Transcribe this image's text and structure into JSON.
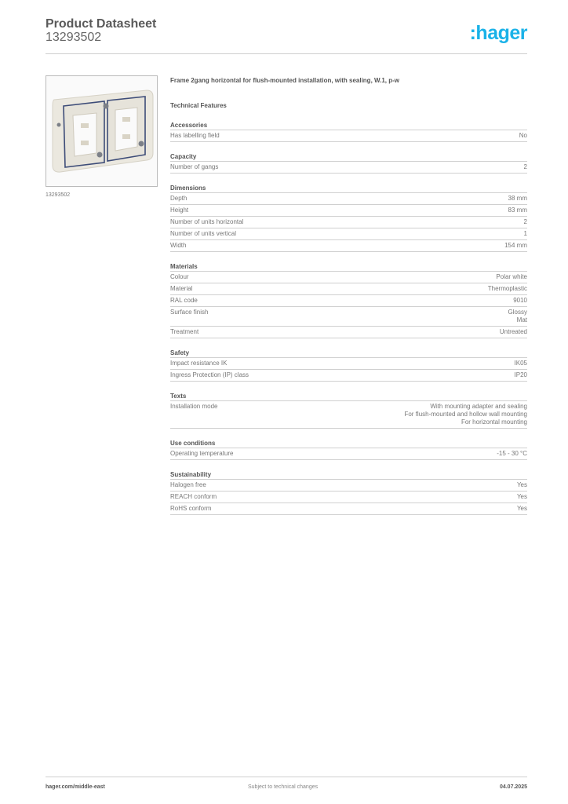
{
  "header": {
    "title": "Product Datasheet",
    "number": "13293502",
    "logo": ":hager",
    "logo_color": "#1ab2e8"
  },
  "image": {
    "alt": "White 2gang horizontal frame with blue sealing",
    "caption": "13293502"
  },
  "product": {
    "description": "Frame 2gang horizontal for flush-mounted installation, with sealing, W.1, p-w",
    "features_heading": "Technical Features"
  },
  "groups": [
    {
      "title": "Accessories",
      "rows": [
        {
          "label": "Has labelling field",
          "value": [
            "No"
          ]
        }
      ]
    },
    {
      "title": "Capacity",
      "rows": [
        {
          "label": "Number of gangs",
          "value": [
            "2"
          ]
        }
      ]
    },
    {
      "title": "Dimensions",
      "rows": [
        {
          "label": "Depth",
          "value": [
            "38 mm"
          ]
        },
        {
          "label": "Height",
          "value": [
            "83 mm"
          ]
        },
        {
          "label": "Number of units horizontal",
          "value": [
            "2"
          ]
        },
        {
          "label": "Number of units vertical",
          "value": [
            "1"
          ]
        },
        {
          "label": "Width",
          "value": [
            "154 mm"
          ]
        }
      ]
    },
    {
      "title": "Materials",
      "rows": [
        {
          "label": "Colour",
          "value": [
            "Polar white"
          ]
        },
        {
          "label": "Material",
          "value": [
            "Thermoplastic"
          ]
        },
        {
          "label": "RAL code",
          "value": [
            "9010"
          ]
        },
        {
          "label": "Surface finish",
          "value": [
            "Glossy",
            "Mat"
          ]
        },
        {
          "label": "Treatment",
          "value": [
            "Untreated"
          ]
        }
      ]
    },
    {
      "title": "Safety",
      "rows": [
        {
          "label": "Impact resistance IK",
          "value": [
            "IK05"
          ]
        },
        {
          "label": "Ingress Protection (IP) class",
          "value": [
            "IP20"
          ]
        }
      ]
    },
    {
      "title": "Texts",
      "rows": [
        {
          "label": "Installation mode",
          "value": [
            "With mounting adapter and sealing",
            "For flush-mounted and hollow wall mounting",
            "For horizontal mounting"
          ]
        }
      ]
    },
    {
      "title": "Use conditions",
      "rows": [
        {
          "label": "Operating temperature",
          "value": [
            "-15 - 30 °C"
          ]
        }
      ]
    },
    {
      "title": "Sustainability",
      "rows": [
        {
          "label": "Halogen free",
          "value": [
            "Yes"
          ]
        },
        {
          "label": "REACH conform",
          "value": [
            "Yes"
          ]
        },
        {
          "label": "RoHS conform",
          "value": [
            "Yes"
          ]
        }
      ]
    }
  ],
  "footer": {
    "website": "hager.com/middle-east",
    "notice": "Subject to technical changes",
    "date": "04.07.2025"
  }
}
